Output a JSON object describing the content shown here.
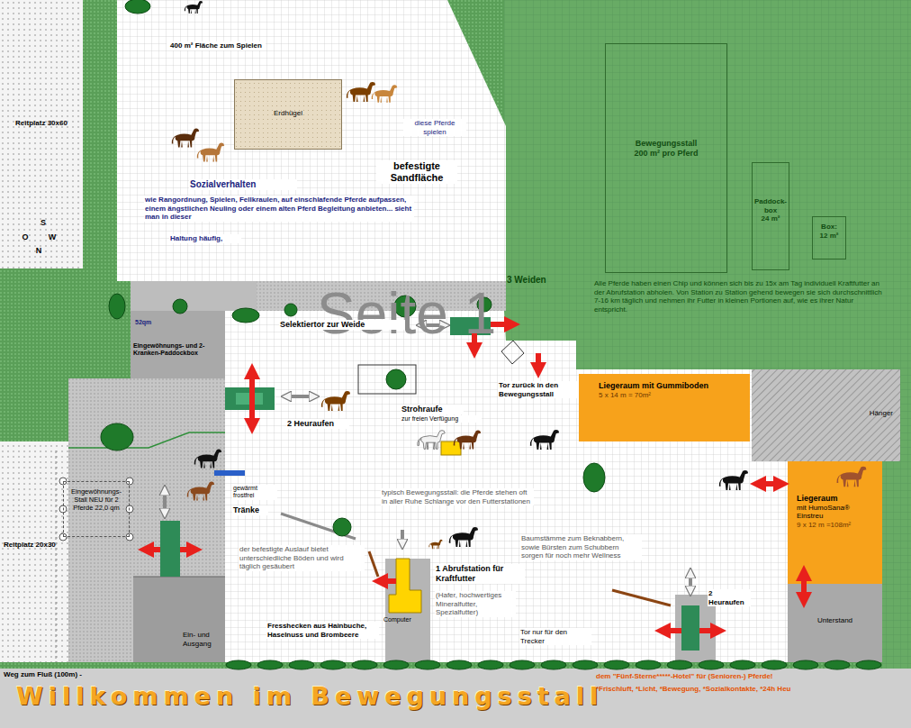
{
  "diagram": {
    "title": "Willkommen im Bewegungsstall",
    "nodes": [
      {
        "text": [
          "Reitplatz 30x60"
        ]
      },
      {
        "text": [
          "Erdhügel"
        ]
      },
      {
        "text": [
          "Bewegungsstall",
          "200 m² pro Pferd"
        ]
      },
      {
        "text": [
          "Paddock-box",
          "24 m²"
        ]
      },
      {
        "text": [
          "Box:",
          "12 m²"
        ]
      },
      {
        "text": [
          "Liegeraum mit Gummiboden",
          "5 x 14 m = 70m²"
        ]
      },
      {
        "text": [
          "Hänger"
        ]
      },
      {
        "text": [
          "Liegeraum",
          "mit HumoSana® Einstreu",
          "9 x 12 m =108m²"
        ]
      },
      {
        "text": [
          "Eingewöhnungs-Stall NEU für 2 Pferde 22,0 qm"
        ]
      },
      {
        "text": [
          "Reitplatz 20x30"
        ]
      },
      {
        "text": [
          "Unterstand"
        ]
      }
    ],
    "labels": [
      "400 m² Fläche zum Spielen",
      "diese Pferde spielen",
      "befestigte Sandfläche",
      "Sozialverhalten",
      "wie Rangordnung, Spielen, Fellkraulen, auf einschlafende Pferde aufpassen, einem ängstlichen Neuling oder einem alten Pferd Begleitung anbieten... sieht man in dieser",
      "Haltung häufig,",
      "S",
      "O",
      "W",
      "N",
      "Seite 1",
      "3 Weiden",
      "Alle Pferde haben einen Chip und können sich bis zu 15x am Tag individuell Kraftfutter an der Abrufstation abholen. Von Station zu Station gehend bewegen sie sich durchschnittlich 7-16 km täglich und nehmen ihr Futter in kleinen Portionen auf, wie es ihrer Natur entspricht.",
      "52qm",
      "Eingewöhnungs- und 2-Kranken-Paddockbox",
      "Selektiertor zur Weide",
      "2 Heuraufen",
      "Strohraufe",
      "zur freien Verfügung",
      "Tor zurück in den Bewegungsstall",
      "gewärmt frostfrei",
      "Tränke",
      "typisch Bewegungsstall: die Pferde stehen oft in aller Ruhe Schlange vor den Futterstationen",
      "Baumstämme zum Beknabbern, sowie Bürsten zum Schubbern sorgen für noch mehr Wellness",
      "der befestigte Auslauf bietet unterschiedliche Böden und wird täglich gesäubert",
      "1 Abrufstation für Kraftfutter",
      "(Hafer, hochwertiges Mineralfutter, Spezialfutter)",
      "Computer",
      "Tor nur für den Trecker",
      "2 Heuraufen",
      "Fresshecken aus Hainbuche, Haselnuss und Brombeere",
      "Ein- und Ausgang",
      "Weg zum Fluß (100m) -",
      "dem \"Fünf-Sterne*****-Hotel\" für (Senioren-) Pferde!",
      "*Frischluft, *Licht, *Bewegung, *Sozialkontakte, *24h Heu"
    ]
  }
}
